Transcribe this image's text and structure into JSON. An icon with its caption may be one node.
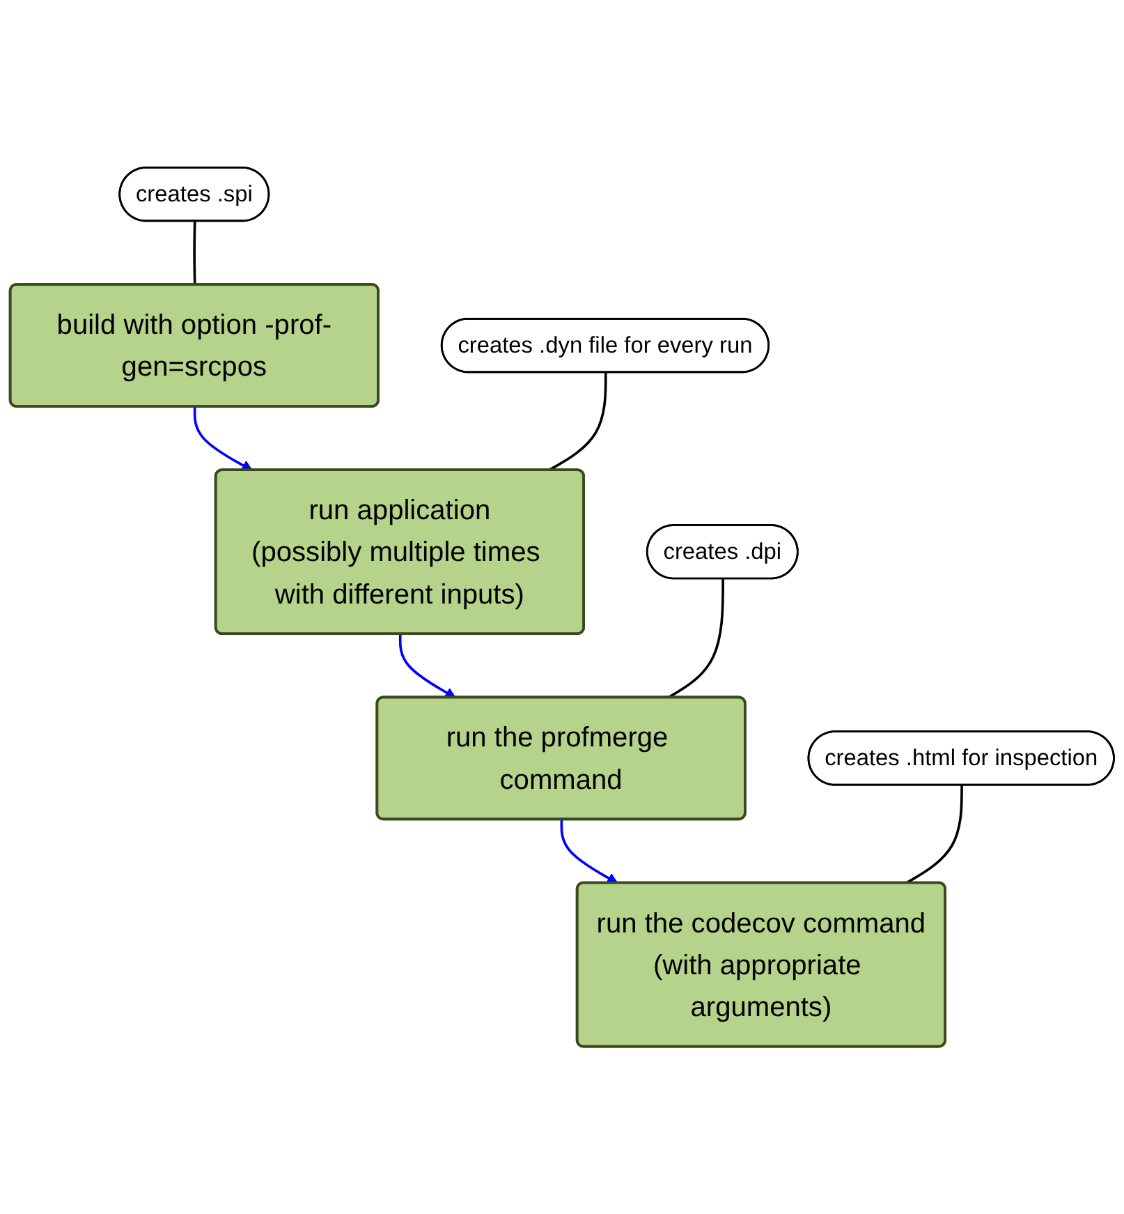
{
  "diagram": {
    "nodes": [
      {
        "text": [
          "creates .spi"
        ]
      },
      {
        "text": [
          "build with option -prof-gen=srcpos"
        ]
      },
      {
        "text": [
          "creates .dyn file for every run"
        ]
      },
      {
        "text": [
          "run application",
          "(possibly multiple times with different inputs)"
        ]
      },
      {
        "text": [
          "creates .dpi"
        ]
      },
      {
        "text": [
          "run the profmerge command"
        ]
      },
      {
        "text": [
          "creates .html for inspection"
        ]
      },
      {
        "text": [
          "run the codecov command",
          "(with appropriate arguments)"
        ]
      }
    ],
    "edges": [
      {
        "from": 1,
        "to": 3,
        "arrow": "to",
        "color": "#0000ff"
      },
      {
        "from": 3,
        "to": 5,
        "arrow": "to",
        "color": "#0000ff"
      },
      {
        "from": 5,
        "to": 7,
        "arrow": "to",
        "color": "#0000ff"
      },
      {
        "from": 0,
        "to": 1,
        "arrow": "none"
      },
      {
        "from": 2,
        "to": 3,
        "arrow": "none"
      },
      {
        "from": 4,
        "to": 5,
        "arrow": "none"
      },
      {
        "from": 6,
        "to": 7,
        "arrow": "none"
      }
    ]
  }
}
